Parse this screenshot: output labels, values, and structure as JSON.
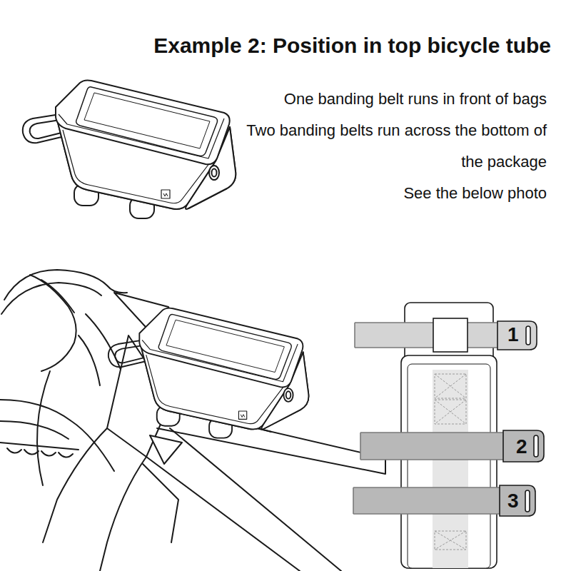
{
  "diagram": {
    "title": "Example 2: Position in top bicycle tube",
    "labels": [
      "One banding belt runs in front of bags",
      "Two banding belts run across the bottom of the package",
      "See the below photo",
      "1",
      "2",
      "3"
    ]
  }
}
